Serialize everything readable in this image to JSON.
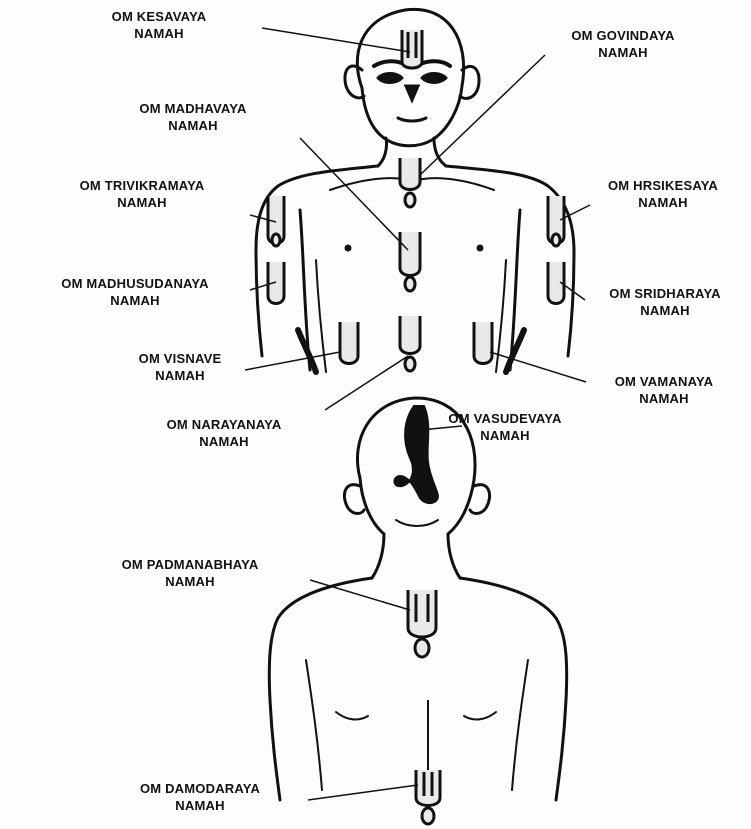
{
  "colors": {
    "ink": "#111111",
    "background": "#fdfdfd",
    "tilak_fill": "#e9e9e9"
  },
  "labels": {
    "kesavaya": {
      "line1": "OM KESAVAYA",
      "line2": "NAMAH"
    },
    "govindaya": {
      "line1": "OM GOVINDAYA",
      "line2": "NAMAH"
    },
    "madhavaya": {
      "line1": "OM MADHAVAYA",
      "line2": "NAMAH"
    },
    "trivikramaya": {
      "line1": "OM TRIVIKRAMAYA",
      "line2": "NAMAH"
    },
    "hrsikesaya": {
      "line1": "OM HRSIKESAYA",
      "line2": "NAMAH"
    },
    "madhusudanaya": {
      "line1": "OM MADHUSUDANAYA",
      "line2": "NAMAH"
    },
    "sridharaya": {
      "line1": "OM SRIDHARAYA",
      "line2": "NAMAH"
    },
    "visnave": {
      "line1": "OM VISNAVE",
      "line2": "NAMAH"
    },
    "vamanaya": {
      "line1": "OM VAMANAYA",
      "line2": "NAMAH"
    },
    "narayanaya": {
      "line1": "OM NARAYANAYA",
      "line2": "NAMAH"
    },
    "vasudevaya": {
      "line1": "OM VASUDEVAYA",
      "line2": "NAMAH"
    },
    "padmanabhaya": {
      "line1": "OM PADMANABHAYA",
      "line2": "NAMAH"
    },
    "damodaraya": {
      "line1": "OM DAMODARAYA",
      "line2": "NAMAH"
    }
  }
}
